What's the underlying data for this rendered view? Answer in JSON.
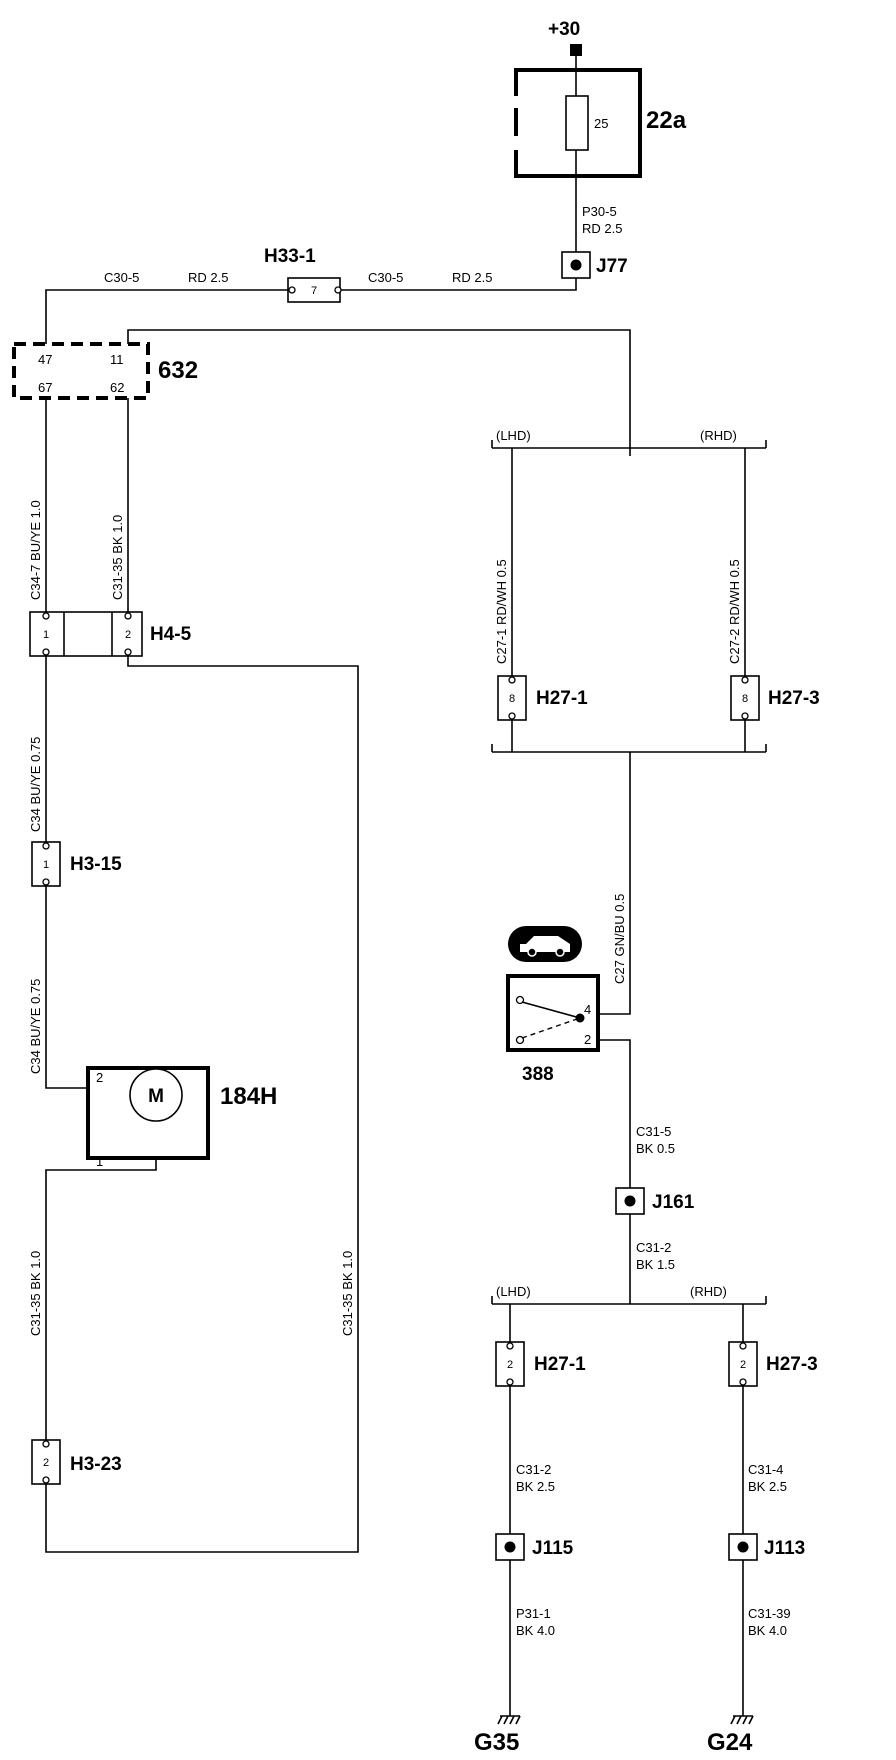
{
  "supply": "+30",
  "fuse": {
    "id": "22a",
    "rating": "25"
  },
  "wires": {
    "p30_5": {
      "code": "P30-5",
      "spec": "RD 2.5"
    },
    "c30_5_left": {
      "code": "C30-5",
      "spec": "RD 2.5"
    },
    "c30_5_right": {
      "code": "C30-5",
      "spec": "RD 2.5"
    },
    "c34_7": "C34-7  BU/YE  1.0",
    "c31_35_top": "C31-35  BK  1.0",
    "c34_a": "C34  BU/YE  0.75",
    "c34_b": "C34  BU/YE  0.75",
    "c31_35_left": "C31-35  BK  1.0",
    "c31_35_right": "C31-35  BK  1.0",
    "c27_1": "C27-1  RD/WH 0.5",
    "c27_2": "C27-2  RD/WH 0.5",
    "c27": "C27  GN/BU  0.5",
    "c31_5": {
      "code": "C31-5",
      "spec": "BK  0.5"
    },
    "c31_2_upper": {
      "code": "C31-2",
      "spec": "BK  1.5"
    },
    "c31_2_lower": {
      "code": "C31-2",
      "spec": "BK  2.5"
    },
    "c31_4": {
      "code": "C31-4",
      "spec": "BK  2.5"
    },
    "p31_1": {
      "code": "P31-1",
      "spec": "BK  4.0"
    },
    "c31_39": {
      "code": "C31-39",
      "spec": "BK  4.0"
    }
  },
  "splices": {
    "j77": "J77",
    "j161": "J161",
    "j115": "J115",
    "j113": "J113"
  },
  "connectors": {
    "h33_1": {
      "id": "H33-1",
      "pin": "7"
    },
    "c632": {
      "id": "632",
      "pins": [
        "47",
        "11",
        "67",
        "62"
      ]
    },
    "h4_5": {
      "id": "H4-5",
      "pins": [
        "1",
        "2"
      ]
    },
    "h3_15": {
      "id": "H3-15",
      "pin": "1"
    },
    "h3_23": {
      "id": "H3-23",
      "pin": "2"
    },
    "h27_1_top": {
      "id": "H27-1",
      "pin": "8"
    },
    "h27_3_top": {
      "id": "H27-3",
      "pin": "8"
    },
    "h27_1_bottom": {
      "id": "H27-1",
      "pin": "2"
    },
    "h27_3_bottom": {
      "id": "H27-3",
      "pin": "2"
    }
  },
  "motor": {
    "id": "184H",
    "symbol": "M",
    "pins": [
      "2",
      "1"
    ]
  },
  "switch": {
    "id": "388",
    "pins": [
      "4",
      "2"
    ],
    "icon": "car-trunk-icon"
  },
  "variants": {
    "lhd": "(LHD)",
    "rhd": "(RHD)"
  },
  "grounds": {
    "g35": "G35",
    "g24": "G24"
  }
}
